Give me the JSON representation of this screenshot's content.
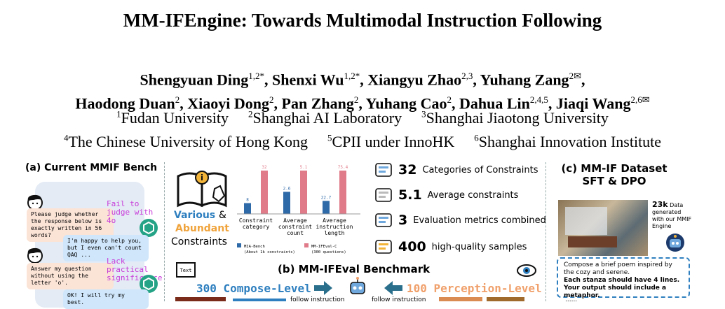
{
  "title": "MM-IFEngine: Towards Multimodal Instruction Following",
  "authors_line1": [
    {
      "name": "Shengyuan Ding",
      "sup": "1,2*",
      "sep": ", "
    },
    {
      "name": "Shenxi Wu",
      "sup": "1,2*",
      "sep": ", "
    },
    {
      "name": "Xiangyu Zhao",
      "sup": "2,3",
      "sep": ", "
    },
    {
      "name": "Yuhang Zang",
      "sup": "2✉",
      "sep": ","
    }
  ],
  "authors_line2": [
    {
      "name": "Haodong Duan",
      "sup": "2",
      "sep": ", "
    },
    {
      "name": "Xiaoyi Dong",
      "sup": "2",
      "sep": ", "
    },
    {
      "name": "Pan Zhang",
      "sup": "2",
      "sep": ", "
    },
    {
      "name": "Yuhang Cao",
      "sup": "2",
      "sep": ", "
    },
    {
      "name": "Dahua Lin",
      "sup": "2,4,5",
      "sep": ", "
    },
    {
      "name": "Jiaqi Wang",
      "sup": "2,6✉",
      "sep": ""
    }
  ],
  "affiliations_line1": [
    {
      "sup": "1",
      "name": "Fudan University"
    },
    {
      "sup": "2",
      "name": "Shanghai AI Laboratory"
    },
    {
      "sup": "3",
      "name": "Shanghai Jiaotong University"
    }
  ],
  "affiliations_line2": [
    {
      "sup": "4",
      "name": "The Chinese University of Hong Kong"
    },
    {
      "sup": "5",
      "name": "CPII under InnoHK"
    },
    {
      "sup": "6",
      "name": "Shanghai Innovation Institute"
    }
  ],
  "panel_a": {
    "title": "(a) Current MMIF Bench",
    "q1": "Please judge whether the response below is exactly written in 56 words?",
    "a1": "I'm happy to help you, but I even can't count QAQ ...",
    "note1": "Fail to judge with 4o",
    "q2": "Answer my question without using the letter 'o'.",
    "a2": "OK! I will try my best.",
    "note2": "Lack practical significance"
  },
  "panel_b": {
    "title": "(b) MM-IFEval Benchmark",
    "various": "Various",
    "amp": "&",
    "abundant": "Abundant",
    "constraints": "Constraints",
    "compose": "300 Compose-Level",
    "perception": "100 Perception-Level",
    "follow1": "follow instruction",
    "follow2": "follow instruction",
    "legend1": "MIA-Bench",
    "legend1b": "(About 1k constraints)",
    "legend2": "MM-IFEval-C",
    "legend2b": "(300 questions)",
    "stats": [
      {
        "num": "32",
        "label": "Categories of Constraints",
        "icon": "categories-icon"
      },
      {
        "num": "5.1",
        "label": "Average constraints",
        "icon": "constraints-icon"
      },
      {
        "num": "3",
        "label": "Evaluation metrics combined",
        "icon": "metrics-icon"
      },
      {
        "num": "400",
        "label": "high-quality samples",
        "icon": "question-icon"
      }
    ]
  },
  "chart_data": {
    "type": "bar",
    "categories": [
      "Constraint category",
      "Average constraint count",
      "Average instruction length"
    ],
    "series": [
      {
        "name": "MIA-Bench",
        "values": [
          8,
          2.6,
          22.7
        ]
      },
      {
        "name": "MM-IFEval-C",
        "values": [
          32,
          5.1,
          75.4
        ]
      }
    ],
    "value_labels": [
      [
        "8",
        "32"
      ],
      [
        "2.6",
        "5.1"
      ],
      [
        "22.7",
        "75.4"
      ]
    ],
    "colors": {
      "MIA-Bench": "#2f6aa8",
      "MM-IFEval-C": "#e07b8a"
    }
  },
  "panel_c": {
    "title_line1": "(c) MM-IF Dataset",
    "title_line2": "SFT & DPO",
    "count": "23k",
    "desc": "Data generated with our MMIF Engine",
    "prompt1": "Compose a brief poem inspired by the cozy and serene.",
    "prompt2": "Each stanza should have 4 lines.",
    "prompt3": "Your output should include a metaphor.",
    "ellipsis": "......"
  },
  "colors": {
    "compose": "#2e7fbf",
    "perception": "#f0a06b",
    "arrow": "#2a6f8c",
    "note": "#c73bd9"
  }
}
